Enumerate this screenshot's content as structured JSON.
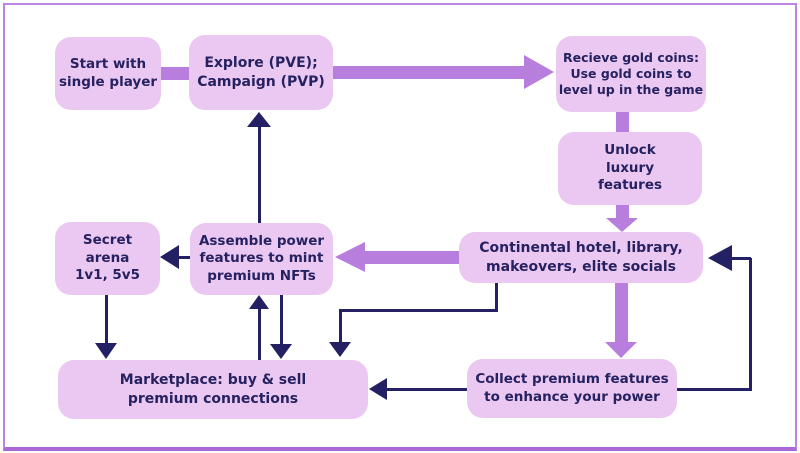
{
  "diagram_type": "game-economy-flowchart",
  "colors": {
    "background": "#ffffff",
    "frame_border": "#bd85e3",
    "frame_border_bottom": "#a968d6",
    "node_fill": "#ebc8f1",
    "node_text": "#262160",
    "thick_arrow": "#b87ede",
    "thin_arrow": "#232063"
  },
  "nodes": [
    {
      "id": "start-single-player",
      "label": "Start with\nsingle player"
    },
    {
      "id": "explore-campaign",
      "label": "Explore (PVE);\nCampaign (PVP)"
    },
    {
      "id": "receive-gold-coins",
      "label": "Recieve gold coins:\nUse gold coins to\nlevel up in the game"
    },
    {
      "id": "unlock-luxury-features",
      "label": "Unlock\nluxury\nfeatures"
    },
    {
      "id": "continental-hotel",
      "label": "Continental hotel, library,\nmakeovers, elite socials"
    },
    {
      "id": "assemble-premium-nfts",
      "label": "Assemble power\nfeatures to mint\npremium NFTs"
    },
    {
      "id": "secret-arena",
      "label": "Secret\narena\n1v1, 5v5"
    },
    {
      "id": "collect-premium-features",
      "label": "Collect premium features\nto enhance your power"
    },
    {
      "id": "marketplace",
      "label": "Marketplace: buy & sell\npremium connections"
    }
  ],
  "edges": [
    {
      "from": "start-single-player",
      "to": "explore-campaign",
      "style": "thick-purple"
    },
    {
      "from": "explore-campaign",
      "to": "receive-gold-coins",
      "style": "thick-purple"
    },
    {
      "from": "receive-gold-coins",
      "to": "unlock-luxury-features",
      "style": "thick-purple"
    },
    {
      "from": "unlock-luxury-features",
      "to": "continental-hotel",
      "style": "thick-purple"
    },
    {
      "from": "continental-hotel",
      "to": "assemble-premium-nfts",
      "style": "thick-purple"
    },
    {
      "from": "continental-hotel",
      "to": "collect-premium-features",
      "style": "thick-purple"
    },
    {
      "from": "assemble-premium-nfts",
      "to": "explore-campaign",
      "style": "thin-navy"
    },
    {
      "from": "assemble-premium-nfts",
      "to": "secret-arena",
      "style": "thin-navy"
    },
    {
      "from": "secret-arena",
      "to": "marketplace",
      "style": "thin-navy"
    },
    {
      "from": "marketplace",
      "to": "assemble-premium-nfts",
      "style": "thin-navy"
    },
    {
      "from": "assemble-premium-nfts",
      "to": "marketplace",
      "style": "thin-navy"
    },
    {
      "from": "continental-hotel",
      "to": "marketplace",
      "style": "thin-navy"
    },
    {
      "from": "collect-premium-features",
      "to": "marketplace",
      "style": "thin-navy"
    },
    {
      "from": "collect-premium-features",
      "to": "continental-hotel",
      "style": "thin-navy"
    }
  ]
}
